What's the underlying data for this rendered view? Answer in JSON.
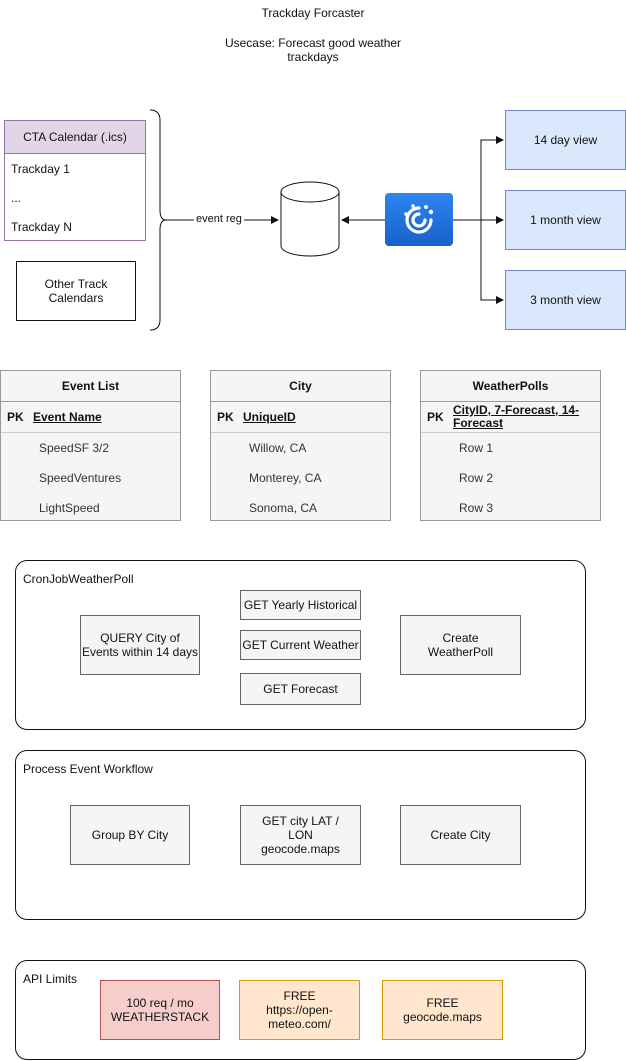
{
  "title": "Trackday Forcaster",
  "usecase": "Usecase: Forecast good weather trackdays",
  "calendar": {
    "header": "CTA Calendar (.ics)",
    "rows": [
      "Trackday 1",
      "...",
      "Trackday N"
    ]
  },
  "other_calendars": "Other Track Calendars",
  "event_reg_label": "event reg",
  "views": [
    "14 day view",
    "1 month view",
    "3 month view"
  ],
  "colors": {
    "calendar_header": "#e1d5e7",
    "view_fill": "#dae8fc",
    "grafana": "#1f6fe0",
    "limit_red": "#f8cecc",
    "limit_orange": "#ffe6cc"
  },
  "tables": [
    {
      "name": "Event List",
      "pk_label": "PK",
      "pk_field": "Event Name",
      "rows": [
        "SpeedSF 3/2",
        "SpeedVentures",
        "LightSpeed"
      ]
    },
    {
      "name": "City",
      "pk_label": "PK",
      "pk_field": "UniqueID",
      "rows": [
        "Willow, CA",
        "Monterey, CA",
        "Sonoma, CA"
      ]
    },
    {
      "name": "WeatherPolls",
      "pk_label": "PK",
      "pk_field": "CityID, 7-Forecast, 14-Forecast",
      "rows": [
        "Row 1",
        "Row 2",
        "Row 3"
      ]
    }
  ],
  "cron": {
    "label": "CronJobWeatherPoll",
    "query": "QUERY City of Events within 14 days",
    "steps": [
      "GET Yearly Historical",
      "GET Current Weather",
      "GET Forecast"
    ],
    "result": "Create WeatherPoll"
  },
  "process": {
    "label": "Process Event Workflow",
    "steps": [
      "Group BY City",
      "GET city LAT / LON geocode.maps",
      "Create City"
    ]
  },
  "api": {
    "label": "API Limits",
    "items": [
      "100 req / mo WEATHERSTACK",
      "FREE https://open-meteo.com/",
      "FREE geocode.maps"
    ]
  }
}
